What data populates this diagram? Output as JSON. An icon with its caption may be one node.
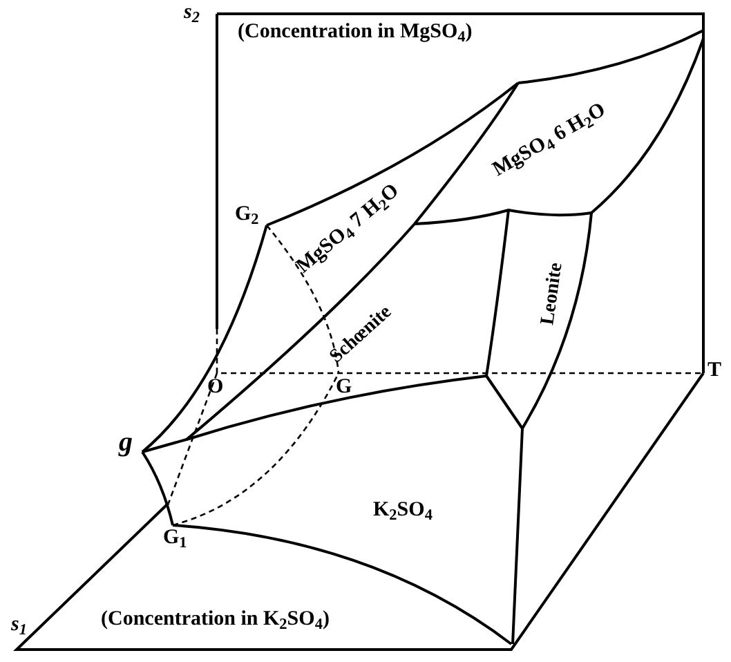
{
  "diagram": {
    "labels": [
      "s$_{2}$",
      "(Concentration in MgSO$_{4}$)",
      "G$_{2}$",
      "MgSO$_{4}$ 7 H$_{2}$O",
      "MgSO$_{4}$ 6 H$_{2}$O",
      "Schœnite",
      "Leonite",
      "g",
      "O",
      "G",
      "T",
      "K$_{2}$SO$_{4}$",
      "G$_{1}$",
      "s$_{1}$",
      "(Concentration in K$_{2}$SO$_{4}$)"
    ]
  }
}
